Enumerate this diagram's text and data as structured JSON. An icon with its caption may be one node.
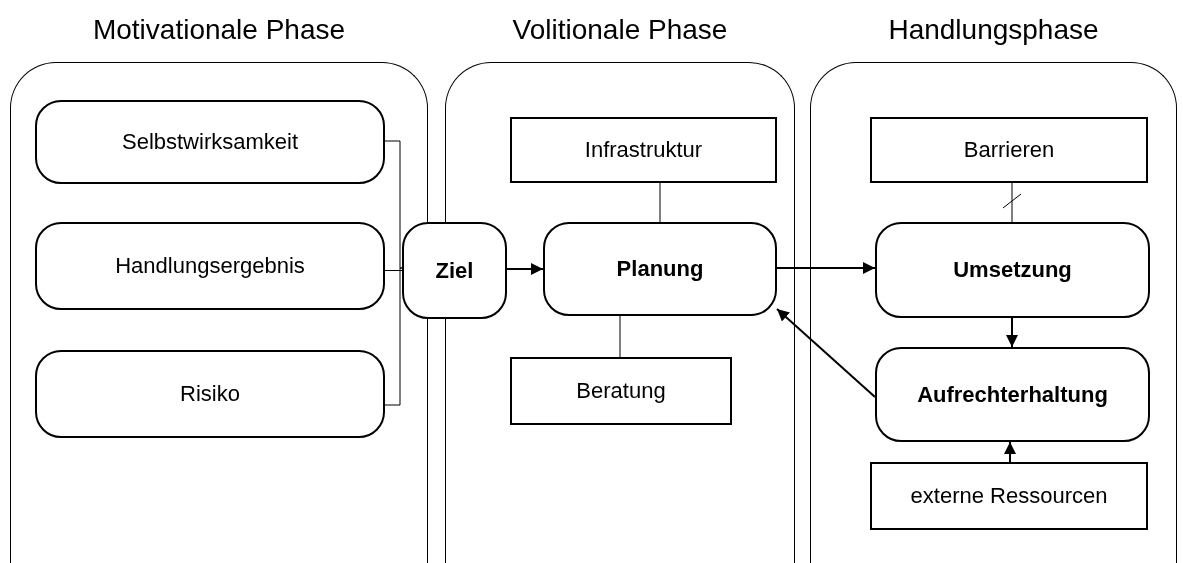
{
  "diagram": {
    "nodes": [
      {
        "text": [
          "Motivationale Phase"
        ]
      },
      {
        "text": [
          "Selbstwirksamkeit"
        ],
        "in": 0
      },
      {
        "text": [
          "Handlungsergebnis"
        ],
        "in": 0
      },
      {
        "text": [
          "Risiko"
        ],
        "in": 0
      },
      {
        "text": [
          "Ziel"
        ]
      },
      {
        "text": [
          "Volitionale Phase"
        ]
      },
      {
        "text": [
          "Infrastruktur"
        ],
        "in": 5
      },
      {
        "text": [
          "Planung"
        ],
        "in": 5
      },
      {
        "text": [
          "Beratung"
        ],
        "in": 5
      },
      {
        "text": [
          "Handlungsphase"
        ]
      },
      {
        "text": [
          "Barrieren"
        ],
        "in": 9
      },
      {
        "text": [
          "Umsetzung"
        ],
        "in": 9
      },
      {
        "text": [
          "Aufrechterhaltung"
        ],
        "in": 9
      },
      {
        "text": [
          "externe Ressourcen"
        ],
        "in": 9
      }
    ],
    "edges": [
      {
        "from": 1,
        "to": 4,
        "arrow": "none"
      },
      {
        "from": 2,
        "to": 4,
        "arrow": "none"
      },
      {
        "from": 3,
        "to": 4,
        "arrow": "none"
      },
      {
        "from": 4,
        "to": 7,
        "arrow": "to"
      },
      {
        "from": 6,
        "to": 7,
        "arrow": "none"
      },
      {
        "from": 8,
        "to": 7,
        "arrow": "none"
      },
      {
        "from": 7,
        "to": 11,
        "arrow": "to"
      },
      {
        "from": 10,
        "to": 11,
        "arrow": "other"
      },
      {
        "from": 11,
        "to": 12,
        "arrow": "to"
      },
      {
        "from": 12,
        "to": 7,
        "arrow": "to"
      },
      {
        "from": 13,
        "to": 12,
        "arrow": "to"
      }
    ]
  }
}
